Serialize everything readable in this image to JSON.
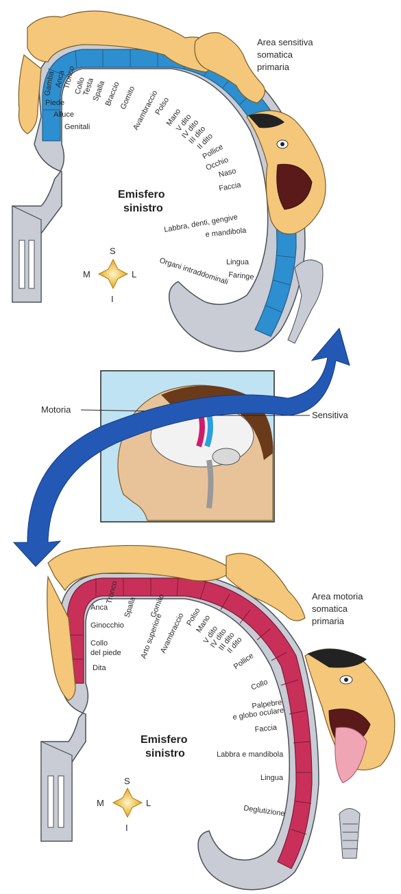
{
  "sensory": {
    "title_lines": [
      "Area sensitiva",
      "somatica",
      "primaria"
    ],
    "hemisphere_lines": [
      "Emisfero",
      "sinistro"
    ],
    "labels": [
      "Gamba",
      "Anca",
      "Tronco",
      "Collo",
      "Testa",
      "Spalla",
      "Braccio",
      "Gomito",
      "Avambraccio",
      "Polso",
      "Mano",
      "V dito",
      "IV dito",
      "III dito",
      "II dito",
      "Pollice",
      "Occhio",
      "Naso",
      "Faccia",
      "Labbra, denti, gengive",
      "e mandibola",
      "Lingua",
      "Faringe",
      "Organi intraddominali",
      "Piede",
      "Alluce",
      "Genitali"
    ],
    "color": "#2d8fd0"
  },
  "motor": {
    "title_lines": [
      "Area motoria",
      "somatica",
      "primaria"
    ],
    "hemisphere_lines": [
      "Emisfero",
      "sinistro"
    ],
    "labels": [
      "Anca",
      "Tronco",
      "Spalla",
      "Ginocchio",
      "Arto superiore",
      "Gomito",
      "Avambraccio",
      "Polso",
      "Mano",
      "V dito",
      "IV dito",
      "III dito",
      "II dito",
      "Pollice",
      "Collo",
      "Collo",
      "del piede",
      "Dita",
      "Palpebre",
      "e globo oculare",
      "Faccia",
      "Labbra e mandibola",
      "Lingua",
      "Deglutizione"
    ],
    "color": "#c8305a"
  },
  "compass": {
    "top": "S",
    "bottom": "I",
    "left": "M",
    "right": "L"
  },
  "brain_panel": {
    "left_label": "Motoria",
    "right_label": "Sensitiva"
  }
}
